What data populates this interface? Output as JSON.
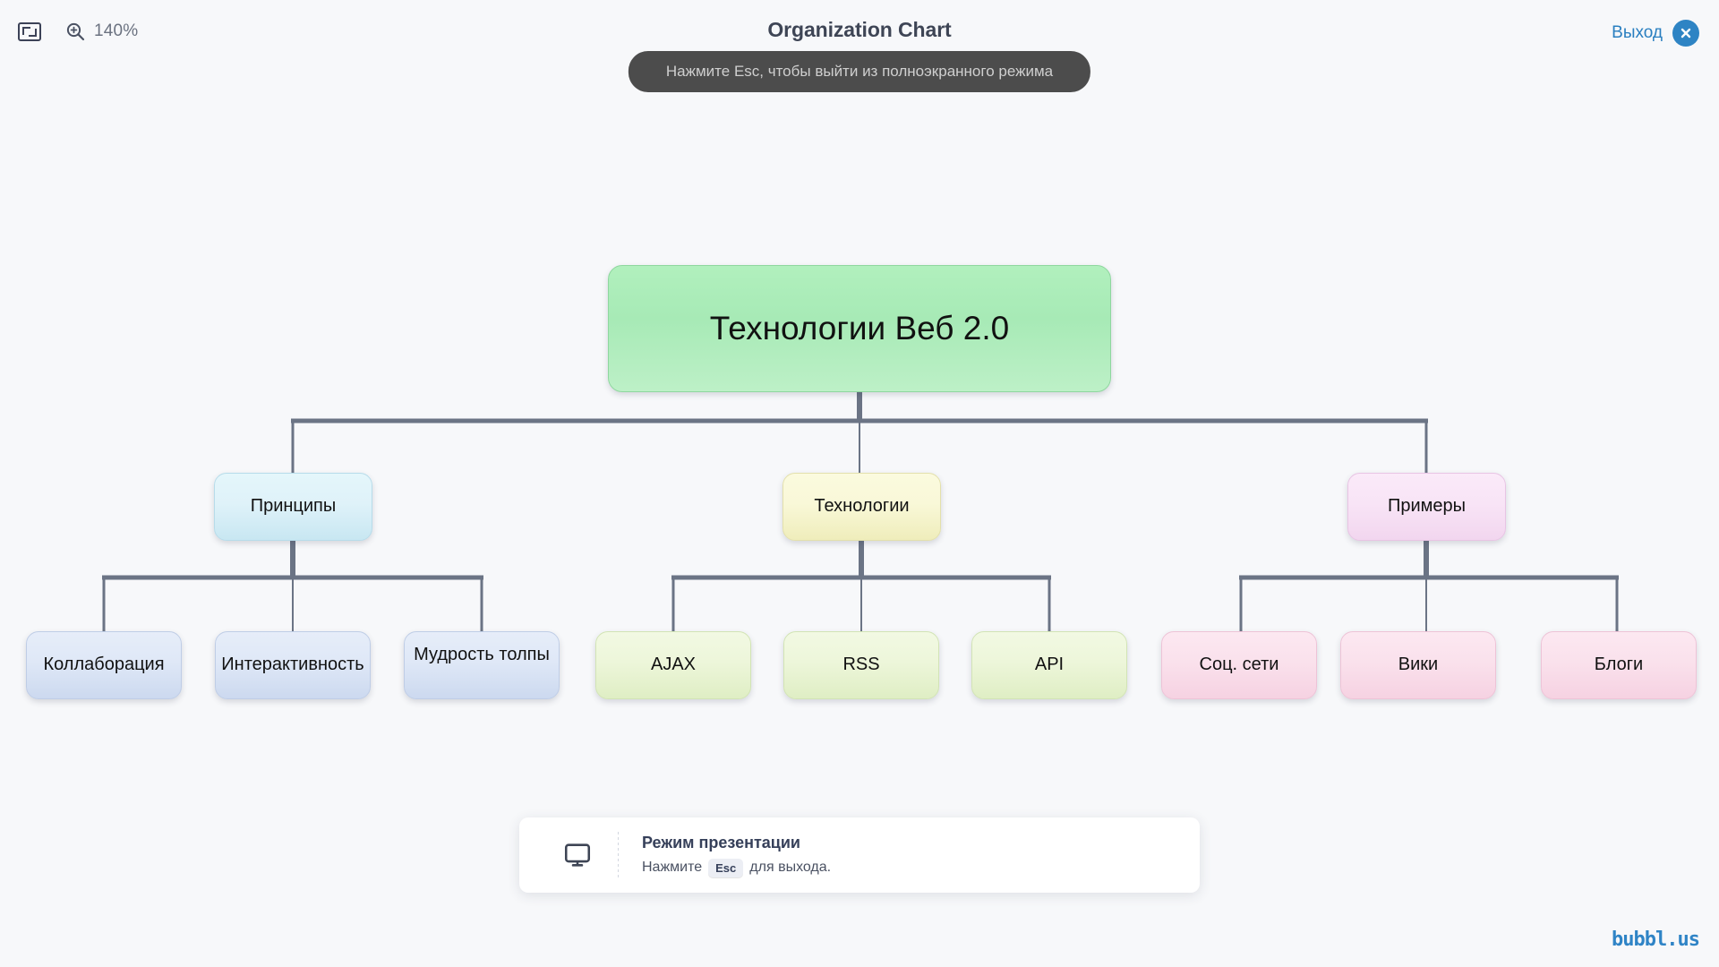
{
  "app": {
    "title": "Organization Chart",
    "brand": "bubbl.us"
  },
  "toolbar": {
    "fullscreen_icon": "fullscreen-icon",
    "zoom_icon": "zoom-in-icon",
    "zoom_level": "140%",
    "exit_label": "Выход",
    "exit_icon": "close-circle-icon"
  },
  "toast": {
    "message": "Нажмите Esc, чтобы выйти из полноэкранного режима"
  },
  "presentation_card": {
    "icon": "monitor-icon",
    "title": "Режим презентации",
    "hint_before": "Нажмите",
    "key": "Esc",
    "hint_after": "для выхода."
  },
  "chart_data": {
    "type": "tree",
    "title": "Технологии Веб 2.0",
    "orientation": "top-down",
    "levels": 3,
    "colors": {
      "root": "#a7eab6",
      "principles": "#dff2f9",
      "technologies": "#f9f8d8",
      "examples": "#f8e4f6",
      "principles_children": "#dfe8f7",
      "technologies_children": "#edf6da",
      "examples_children": "#fae1ec",
      "connector": "#6b7485"
    },
    "nodes": {
      "root": "Технологии Веб 2.0",
      "branch_1": "Принципы",
      "branch_2": "Технологии",
      "branch_3": "Примеры",
      "leaf_1_1": "Коллаборация",
      "leaf_1_2": "Интерактивность",
      "leaf_1_3": "Мудрость толпы",
      "leaf_2_1": "AJAX",
      "leaf_2_2": "RSS",
      "leaf_2_3": "API",
      "leaf_3_1": "Соц. сети",
      "leaf_3_2": "Вики",
      "leaf_3_3": "Блоги"
    },
    "tree": [
      {
        "label": "Технологии Веб 2.0",
        "children": [
          {
            "label": "Принципы",
            "children": [
              {
                "label": "Коллаборация"
              },
              {
                "label": "Интерактивность"
              },
              {
                "label": "Мудрость толпы"
              }
            ]
          },
          {
            "label": "Технологии",
            "children": [
              {
                "label": "AJAX"
              },
              {
                "label": "RSS"
              },
              {
                "label": "API"
              }
            ]
          },
          {
            "label": "Примеры",
            "children": [
              {
                "label": "Соц. сети"
              },
              {
                "label": "Вики"
              },
              {
                "label": "Блоги"
              }
            ]
          }
        ]
      }
    ]
  }
}
